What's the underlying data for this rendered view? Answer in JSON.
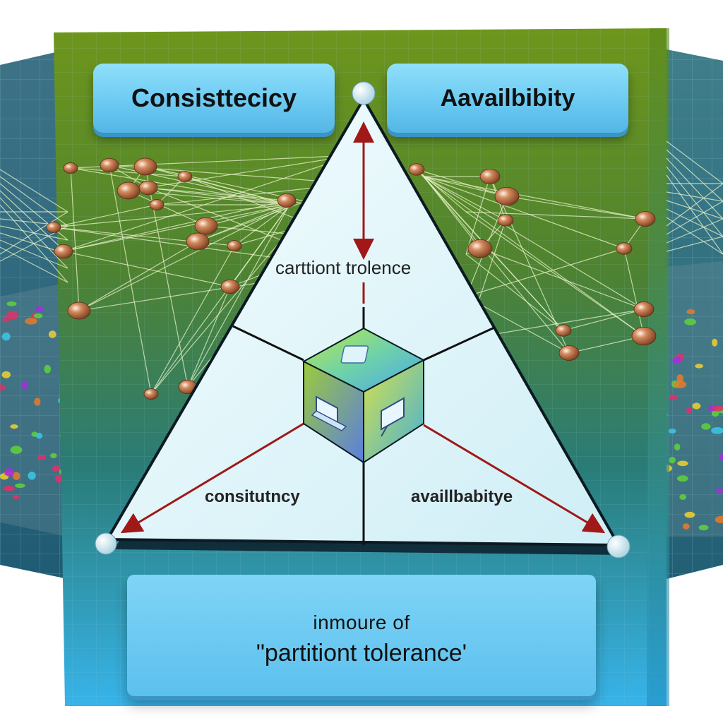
{
  "diagram": {
    "top_left_box": "Consisttecicy",
    "top_right_box": "Aavailbibity",
    "triangle_top_label": "carttiont trolence",
    "triangle_left_label": "consitutncy",
    "triangle_right_label": "availlbabitye",
    "caption_line1": "inmoure of",
    "caption_line2": "\"partitiont tolerance'"
  },
  "colors": {
    "panel_green": "#6f9a1e",
    "panel_blue": "#2fb0e8",
    "triangle_fill": "#e4f7fb",
    "arrow_red": "#a01818",
    "node_copper": "#c07a55"
  },
  "icons": [
    "laptop-icon",
    "monitor-icon",
    "network-node-icon"
  ]
}
